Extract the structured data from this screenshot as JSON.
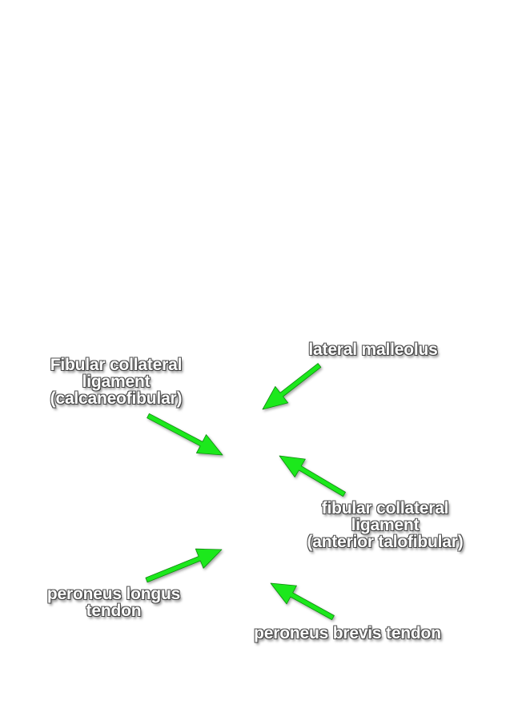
{
  "colors": {
    "arrow": "#1ee81e",
    "arrow_outline": "#0f8a0f",
    "label_fill": "#ffffff",
    "label_outline": "#555555"
  },
  "labels": {
    "lateral_malleolus": [
      "lateral malleolus"
    ],
    "calcaneofibular": [
      "Fibular collateral",
      "ligament",
      "(calcaneofibular)"
    ],
    "anterior_talofibular": [
      "fibular collateral",
      "ligament",
      "(anterior talofibular)"
    ],
    "peroneus_longus": [
      "peroneus longus",
      "tendon"
    ],
    "peroneus_brevis": [
      "peroneus brevis tendon"
    ]
  },
  "arrows": [
    {
      "name": "arrow-lateral-malleolus",
      "target": "lateral_malleolus"
    },
    {
      "name": "arrow-calcaneofibular",
      "target": "calcaneofibular"
    },
    {
      "name": "arrow-anterior-talofibular",
      "target": "anterior_talofibular"
    },
    {
      "name": "arrow-peroneus-longus",
      "target": "peroneus_longus"
    },
    {
      "name": "arrow-peroneus-brevis",
      "target": "peroneus_brevis"
    }
  ]
}
